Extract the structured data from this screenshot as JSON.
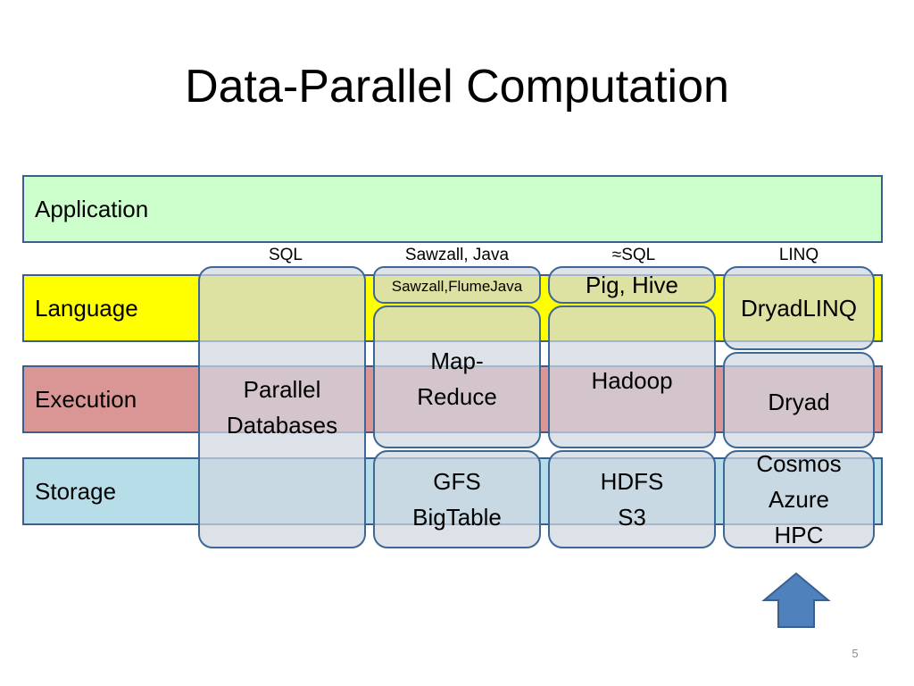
{
  "title": "Data-Parallel Computation",
  "layers": [
    {
      "label": "Application",
      "color": "#ccffcc"
    },
    {
      "label": "Language",
      "color": "#ffff00"
    },
    {
      "label": "Execution",
      "color": "#d99694"
    },
    {
      "label": "Storage",
      "color": "#b7dee8"
    }
  ],
  "columns": [
    {
      "label": "SQL"
    },
    {
      "label": "Sawzall, Java"
    },
    {
      "label": "≈SQL"
    },
    {
      "label": "LINQ"
    }
  ],
  "boxes": {
    "parallel_databases": "Parallel\nDatabases",
    "sawzall_flumejava": "Sawzall,FlumeJava",
    "map_reduce": "Map-\nReduce",
    "gfs_bigtable": "GFS\nBigTable",
    "pig_hive": "Pig, Hive",
    "hadoop": "Hadoop",
    "hdfs_s3": "HDFS\nS3",
    "dryadlinq": "DryadLINQ",
    "dryad": "Dryad",
    "cosmos_azure_hpc": "Cosmos\nAzure\nHPC"
  },
  "arrow_color": "#4f81bd",
  "page_number": "5"
}
